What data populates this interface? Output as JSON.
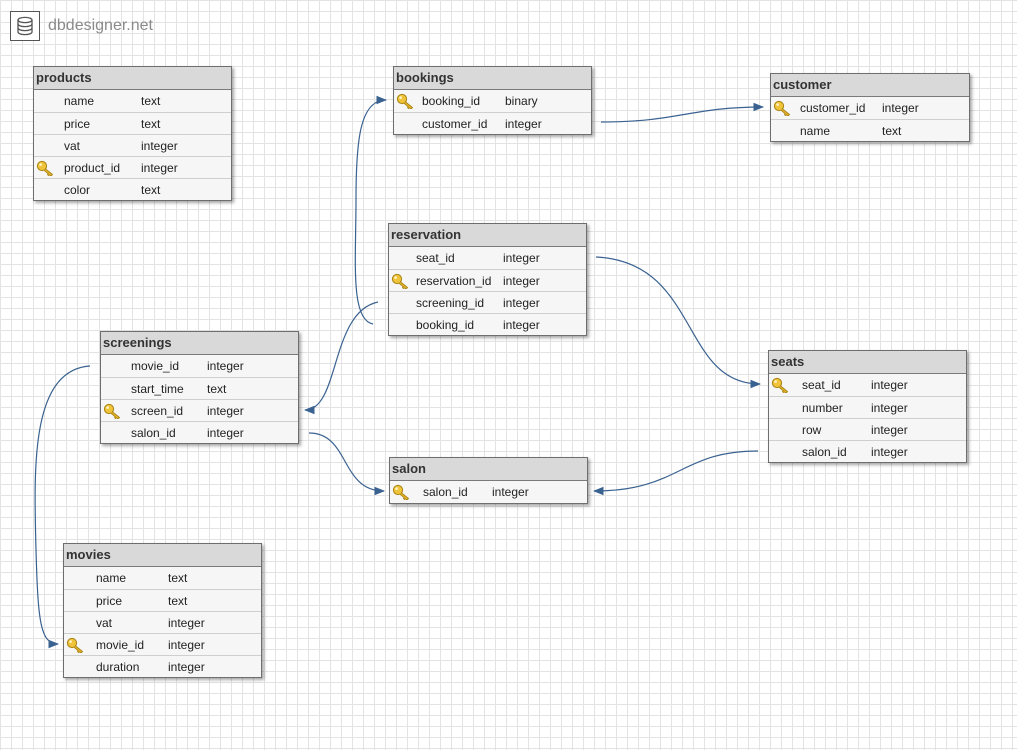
{
  "app": {
    "name": "dbdesigner.net",
    "logo_icon": "database-icon"
  },
  "colors": {
    "relation": "#3a6290",
    "header": "#d9d9d9",
    "key": "#e8b72e"
  },
  "tables": [
    {
      "id": "products",
      "title": "products",
      "fields": [
        {
          "name": "name",
          "type": "text",
          "pk": false
        },
        {
          "name": "price",
          "type": "text",
          "pk": false
        },
        {
          "name": "vat",
          "type": "integer",
          "pk": false
        },
        {
          "name": "product_id",
          "type": "integer",
          "pk": true
        },
        {
          "name": "color",
          "type": "text",
          "pk": false
        }
      ]
    },
    {
      "id": "bookings",
      "title": "bookings",
      "fields": [
        {
          "name": "booking_id",
          "type": "binary",
          "pk": true
        },
        {
          "name": "customer_id",
          "type": "integer",
          "pk": false
        }
      ]
    },
    {
      "id": "customer",
      "title": "customer",
      "fields": [
        {
          "name": "customer_id",
          "type": "integer",
          "pk": true
        },
        {
          "name": "name",
          "type": "text",
          "pk": false
        }
      ]
    },
    {
      "id": "reservation",
      "title": "reservation",
      "fields": [
        {
          "name": "seat_id",
          "type": "integer",
          "pk": false
        },
        {
          "name": "reservation_id",
          "type": "integer",
          "pk": true
        },
        {
          "name": "screening_id",
          "type": "integer",
          "pk": false
        },
        {
          "name": "booking_id",
          "type": "integer",
          "pk": false
        }
      ]
    },
    {
      "id": "screenings",
      "title": "screenings",
      "fields": [
        {
          "name": "movie_id",
          "type": "integer",
          "pk": false
        },
        {
          "name": "start_time",
          "type": "text",
          "pk": false
        },
        {
          "name": "screen_id",
          "type": "integer",
          "pk": true
        },
        {
          "name": "salon_id",
          "type": "integer",
          "pk": false
        }
      ]
    },
    {
      "id": "seats",
      "title": "seats",
      "fields": [
        {
          "name": "seat_id",
          "type": "integer",
          "pk": true
        },
        {
          "name": "number",
          "type": "integer",
          "pk": false
        },
        {
          "name": "row",
          "type": "integer",
          "pk": false
        },
        {
          "name": "salon_id",
          "type": "integer",
          "pk": false
        }
      ]
    },
    {
      "id": "salon",
      "title": "salon",
      "fields": [
        {
          "name": "salon_id",
          "type": "integer",
          "pk": true
        }
      ]
    },
    {
      "id": "movies",
      "title": "movies",
      "fields": [
        {
          "name": "name",
          "type": "text",
          "pk": false
        },
        {
          "name": "price",
          "type": "text",
          "pk": false
        },
        {
          "name": "vat",
          "type": "integer",
          "pk": false
        },
        {
          "name": "movie_id",
          "type": "integer",
          "pk": true
        },
        {
          "name": "duration",
          "type": "integer",
          "pk": false
        }
      ]
    }
  ],
  "relations": [
    {
      "from": "bookings.customer_id",
      "to": "customer.customer_id"
    },
    {
      "from": "reservation.booking_id",
      "to": "bookings.booking_id"
    },
    {
      "from": "reservation.seat_id",
      "to": "seats.seat_id"
    },
    {
      "from": "reservation.screening_id",
      "to": "screenings.screen_id"
    },
    {
      "from": "screenings.salon_id",
      "to": "salon.salon_id"
    },
    {
      "from": "seats.salon_id",
      "to": "salon.salon_id"
    },
    {
      "from": "screenings.movie_id",
      "to": "movies.movie_id"
    }
  ]
}
